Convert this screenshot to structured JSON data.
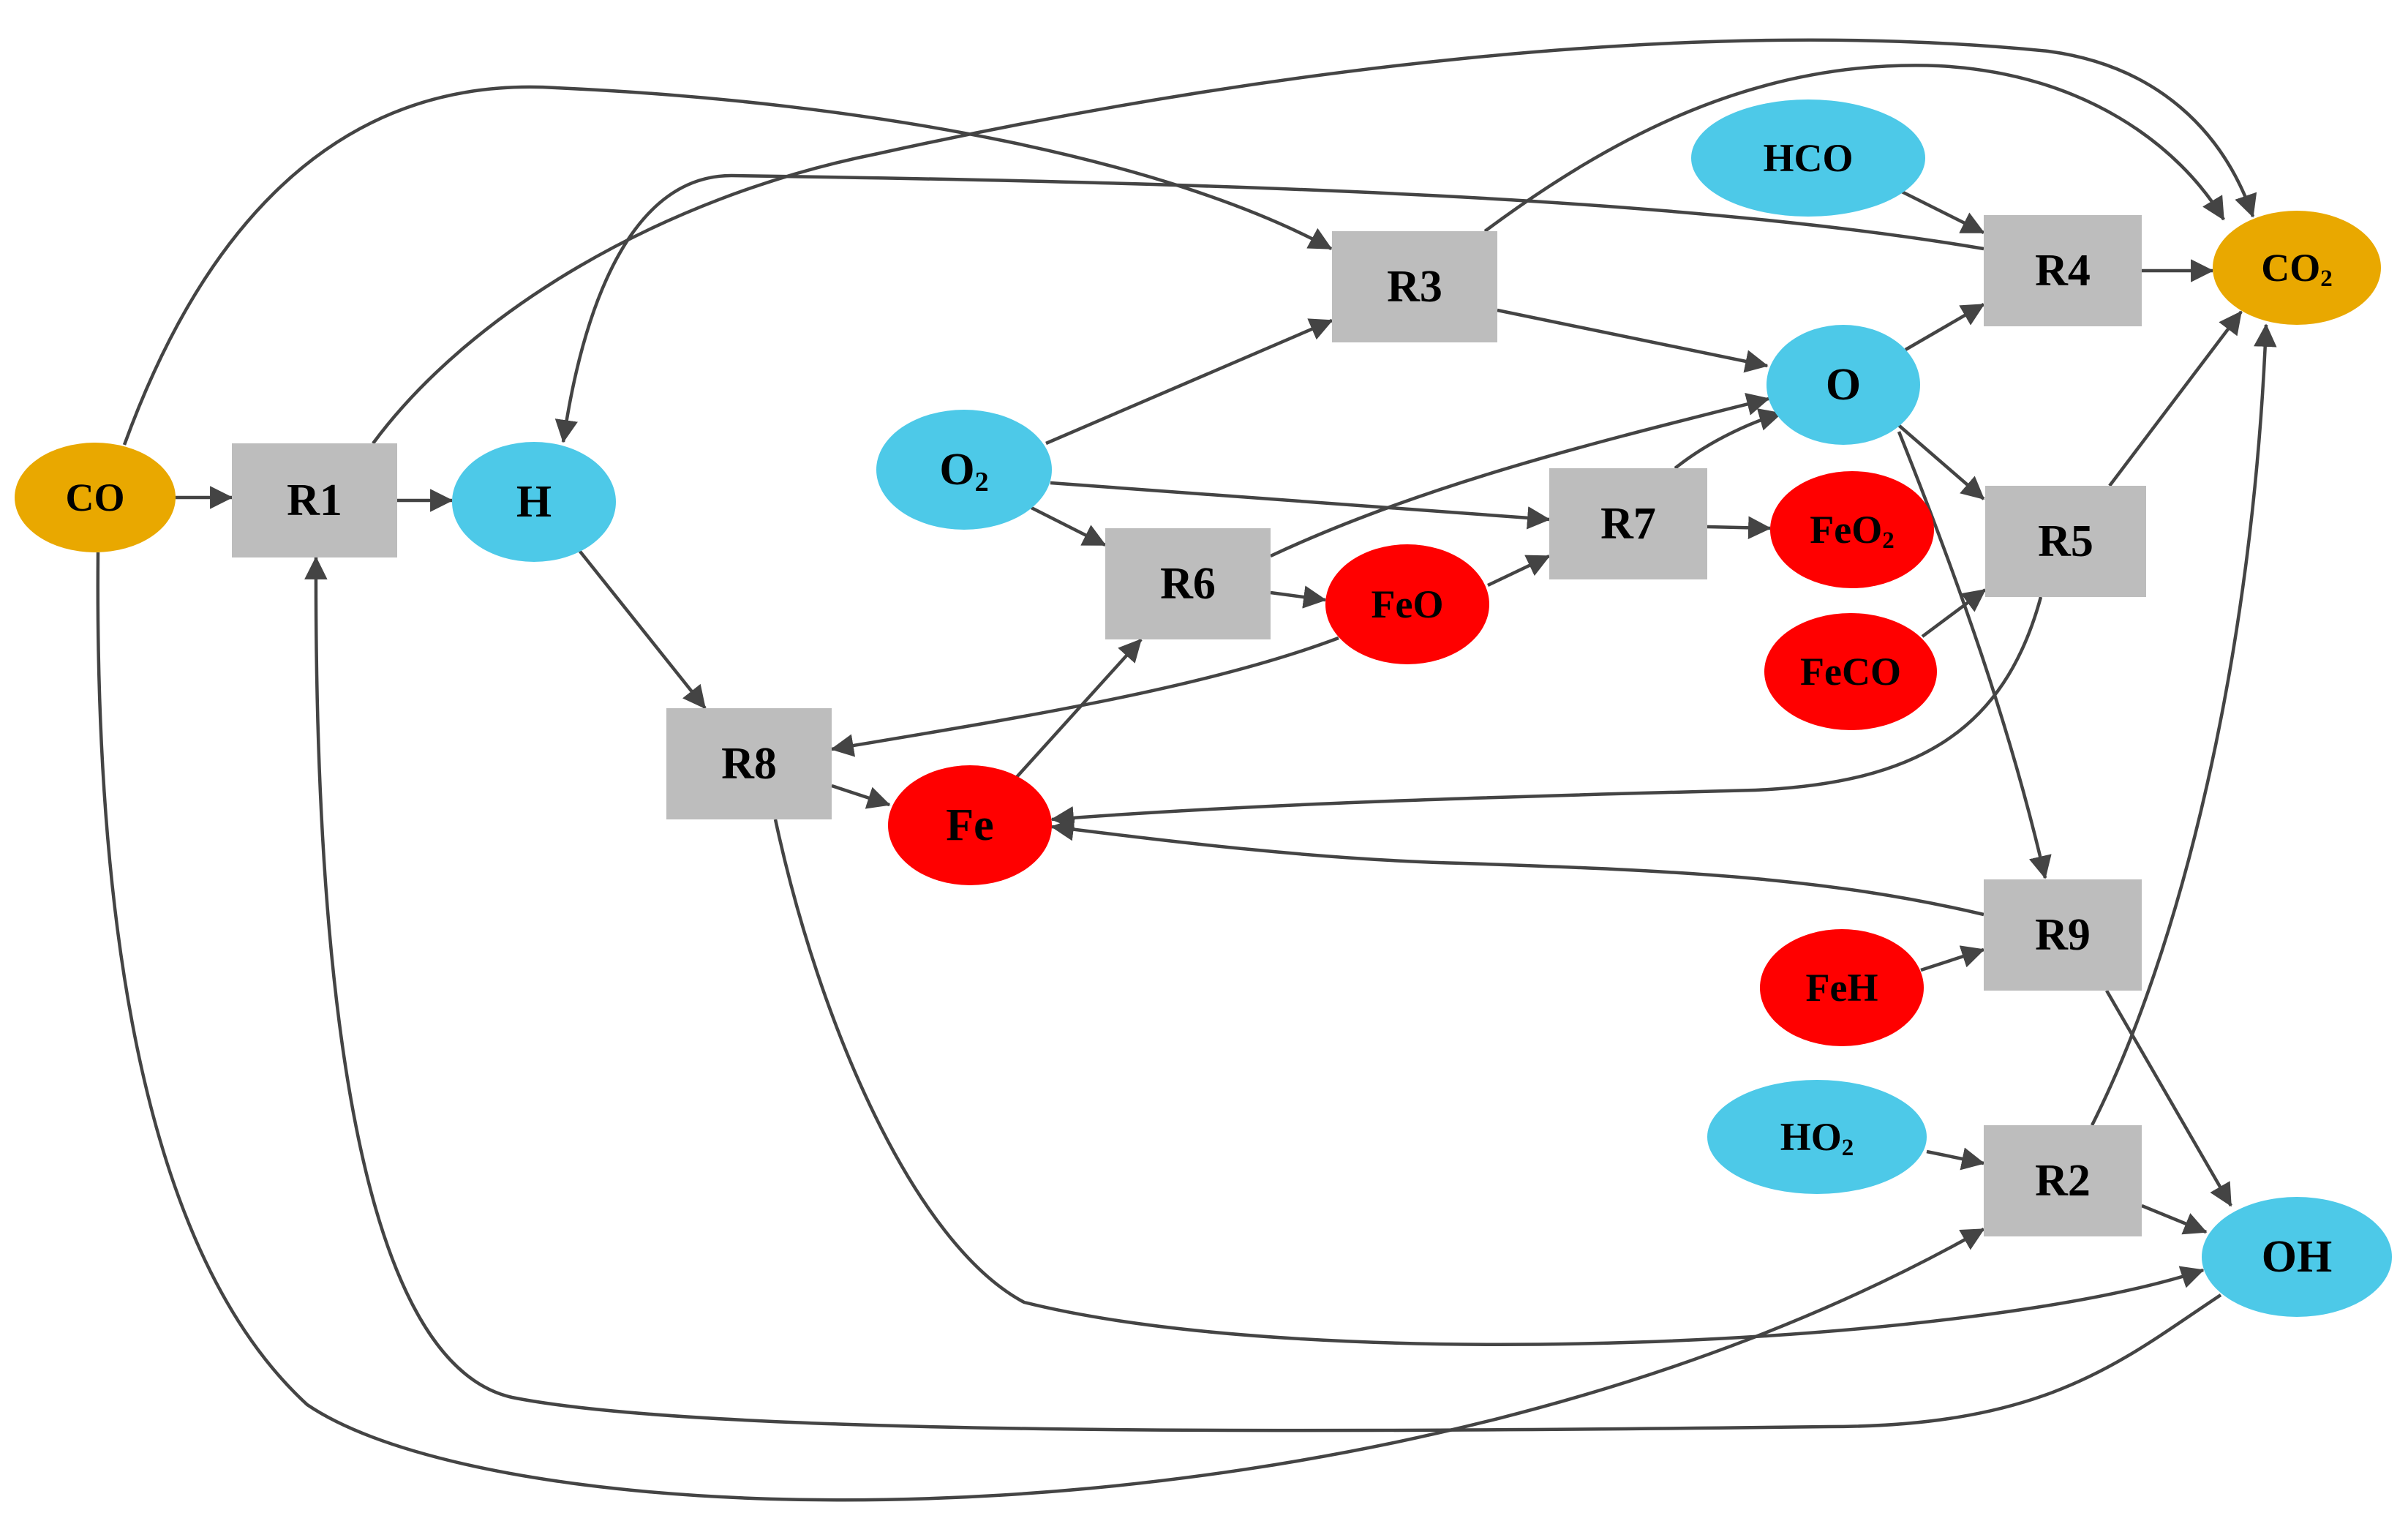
{
  "colors": {
    "reaction": "#bdbdbd",
    "radical_species": "#4dc9e8",
    "carbon_species": "#e9a800",
    "iron_species": "#ff0000",
    "edge": "#444444"
  },
  "nodes": [
    {
      "id": "CO",
      "label": "CO",
      "sub": "",
      "kind": "species",
      "color_key": "carbon_species"
    },
    {
      "id": "CO2",
      "label": "CO",
      "sub": "2",
      "kind": "species",
      "color_key": "carbon_species"
    },
    {
      "id": "H",
      "label": "H",
      "sub": "",
      "kind": "species",
      "color_key": "radical_species"
    },
    {
      "id": "O",
      "label": "O",
      "sub": "",
      "kind": "species",
      "color_key": "radical_species"
    },
    {
      "id": "O2",
      "label": "O",
      "sub": "2",
      "kind": "species",
      "color_key": "radical_species"
    },
    {
      "id": "HCO",
      "label": "HCO",
      "sub": "",
      "kind": "species",
      "color_key": "radical_species"
    },
    {
      "id": "HO2",
      "label": "HO",
      "sub": "2",
      "kind": "species",
      "color_key": "radical_species"
    },
    {
      "id": "OH",
      "label": "OH",
      "sub": "",
      "kind": "species",
      "color_key": "radical_species"
    },
    {
      "id": "Fe",
      "label": "Fe",
      "sub": "",
      "kind": "species",
      "color_key": "iron_species"
    },
    {
      "id": "FeO",
      "label": "FeO",
      "sub": "",
      "kind": "species",
      "color_key": "iron_species"
    },
    {
      "id": "FeO2",
      "label": "FeO",
      "sub": "2",
      "kind": "species",
      "color_key": "iron_species"
    },
    {
      "id": "FeCO",
      "label": "FeCO",
      "sub": "",
      "kind": "species",
      "color_key": "iron_species"
    },
    {
      "id": "FeH",
      "label": "FeH",
      "sub": "",
      "kind": "species",
      "color_key": "iron_species"
    },
    {
      "id": "R1",
      "label": "R1",
      "sub": "",
      "kind": "reaction",
      "color_key": "reaction"
    },
    {
      "id": "R2",
      "label": "R2",
      "sub": "",
      "kind": "reaction",
      "color_key": "reaction"
    },
    {
      "id": "R3",
      "label": "R3",
      "sub": "",
      "kind": "reaction",
      "color_key": "reaction"
    },
    {
      "id": "R4",
      "label": "R4",
      "sub": "",
      "kind": "reaction",
      "color_key": "reaction"
    },
    {
      "id": "R5",
      "label": "R5",
      "sub": "",
      "kind": "reaction",
      "color_key": "reaction"
    },
    {
      "id": "R6",
      "label": "R6",
      "sub": "",
      "kind": "reaction",
      "color_key": "reaction"
    },
    {
      "id": "R7",
      "label": "R7",
      "sub": "",
      "kind": "reaction",
      "color_key": "reaction"
    },
    {
      "id": "R8",
      "label": "R8",
      "sub": "",
      "kind": "reaction",
      "color_key": "reaction"
    },
    {
      "id": "R9",
      "label": "R9",
      "sub": "",
      "kind": "reaction",
      "color_key": "reaction"
    }
  ],
  "edges": [
    {
      "from": "CO",
      "to": "R1"
    },
    {
      "from": "R1",
      "to": "H"
    },
    {
      "from": "R1",
      "to": "CO2"
    },
    {
      "from": "CO",
      "to": "R3"
    },
    {
      "from": "CO",
      "to": "R2"
    },
    {
      "from": "H",
      "to": "R8"
    },
    {
      "from": "R8",
      "to": "Fe"
    },
    {
      "from": "R8",
      "to": "OH"
    },
    {
      "from": "OH",
      "to": "R1"
    },
    {
      "from": "O2",
      "to": "R3"
    },
    {
      "from": "O2",
      "to": "R6"
    },
    {
      "from": "O2",
      "to": "R7"
    },
    {
      "from": "R3",
      "to": "O"
    },
    {
      "from": "R3",
      "to": "CO2"
    },
    {
      "from": "R6",
      "to": "FeO"
    },
    {
      "from": "R6",
      "to": "O"
    },
    {
      "from": "Fe",
      "to": "R6"
    },
    {
      "from": "FeO",
      "to": "R7"
    },
    {
      "from": "FeO",
      "to": "R8"
    },
    {
      "from": "R7",
      "to": "FeO2"
    },
    {
      "from": "R7",
      "to": "O"
    },
    {
      "from": "HCO",
      "to": "R4"
    },
    {
      "from": "O",
      "to": "R4"
    },
    {
      "from": "R4",
      "to": "CO2"
    },
    {
      "from": "R4",
      "to": "H"
    },
    {
      "from": "O",
      "to": "R5"
    },
    {
      "from": "FeCO",
      "to": "R5"
    },
    {
      "from": "R5",
      "to": "CO2"
    },
    {
      "from": "R5",
      "to": "Fe"
    },
    {
      "from": "O",
      "to": "R9"
    },
    {
      "from": "FeH",
      "to": "R9"
    },
    {
      "from": "R9",
      "to": "Fe"
    },
    {
      "from": "R9",
      "to": "OH"
    },
    {
      "from": "HO2",
      "to": "R2"
    },
    {
      "from": "R2",
      "to": "OH"
    },
    {
      "from": "R2",
      "to": "CO2"
    }
  ]
}
